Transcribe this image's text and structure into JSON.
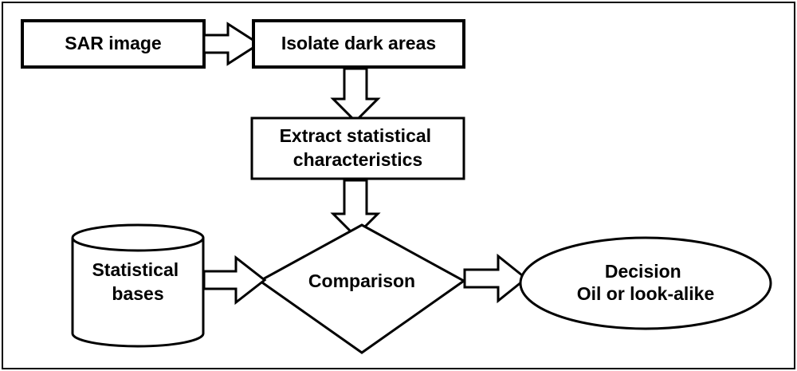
{
  "diagram": {
    "nodes": {
      "sar_image": {
        "label": "SAR image",
        "shape": "rectangle"
      },
      "isolate": {
        "label": "Isolate dark areas",
        "shape": "rectangle"
      },
      "extract": {
        "label_lines": [
          "Extract statistical",
          "characteristics"
        ],
        "shape": "rectangle"
      },
      "statistical_bases": {
        "label_lines": [
          "Statistical",
          "bases"
        ],
        "shape": "cylinder"
      },
      "comparison": {
        "label": "Comparison",
        "shape": "diamond"
      },
      "decision": {
        "label_lines": [
          "Decision",
          "Oil or look-alike"
        ],
        "shape": "ellipse"
      }
    },
    "edges": [
      {
        "from": "sar_image",
        "to": "isolate"
      },
      {
        "from": "isolate",
        "to": "extract"
      },
      {
        "from": "extract",
        "to": "comparison"
      },
      {
        "from": "statistical_bases",
        "to": "comparison"
      },
      {
        "from": "comparison",
        "to": "decision"
      }
    ],
    "colors": {
      "stroke": "#000000",
      "fill": "#ffffff"
    }
  }
}
